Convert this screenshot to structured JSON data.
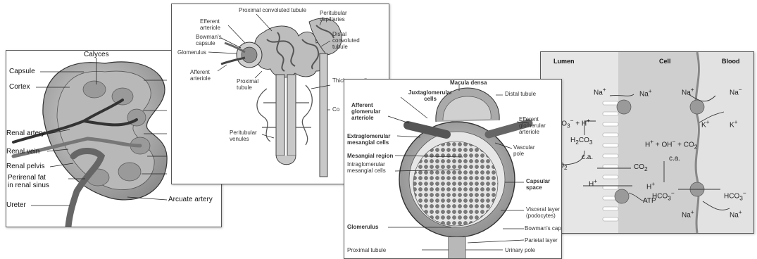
{
  "kidney": {
    "calyces": "Calyces",
    "capsule": "Capsule",
    "cortex": "Cortex",
    "renal_artery": "Renal artery",
    "renal_vein": "Renal vein",
    "renal_pelvis": "Renal pelvis",
    "perirenal_fat": "Perirenal fat",
    "renal_sinus": "in renal sinus",
    "ureter": "Ureter",
    "arcuate_artery": "Arcuate artery"
  },
  "nephron": {
    "proximal_convoluted": "Proximal convoluted tubule",
    "peritubular_capillaries": "Peritubular capillaries",
    "efferent_arteriole": "Efferent arteriole",
    "bowmans_capsule": "Bowman's capsule",
    "glomerulus": "Glomerulus",
    "afferent_arteriole": "Afferent arteriole",
    "proximal_tubule": "Proximal tubule",
    "distal_convoluted": "Distal convoluted tubule",
    "thick_ascending": "Thick ascending",
    "collecting": "Co",
    "peritubular_venules": "Peritubular venules"
  },
  "corpuscle": {
    "macula_densa": "Macula densa",
    "juxtaglomerular_cells": "Juxtaglomerular cells",
    "distal_tubule": "Distal tubule",
    "afferent_glomerular_arteriole": "Afferent glomerular arteriole",
    "efferent_glomerular_arteriole": "Efferent glomerular arteriole",
    "extraglomerular_mesangial": "Extraglomerular mesangial cells",
    "vascular_pole": "Vascular pole",
    "mesangial_region": "Mesangial region",
    "intraglomerular_mesangial": "Intraglomerular mesangial cells",
    "capsular_space": "Capsular space",
    "visceral_layer": "Visceral layer (podocytes)",
    "glomerulus": "Glomerulus",
    "bowmans_capsule": "Bowman's capsule",
    "parietal_layer": "Parietal layer",
    "proximal_tubule": "Proximal tubule",
    "urinary_pole": "Urinary pole"
  },
  "transport": {
    "lumen": "Lumen",
    "cell": "Cell",
    "blood": "Blood",
    "na": "Na",
    "k": "K",
    "h": "H",
    "hco3": "HCO",
    "h2co3": "H",
    "co2": "CO",
    "oh": "OH",
    "ca": "c.a.",
    "atp": "ATP",
    "plus": "+",
    "minus": "−",
    "two": "2",
    "three": "3"
  }
}
